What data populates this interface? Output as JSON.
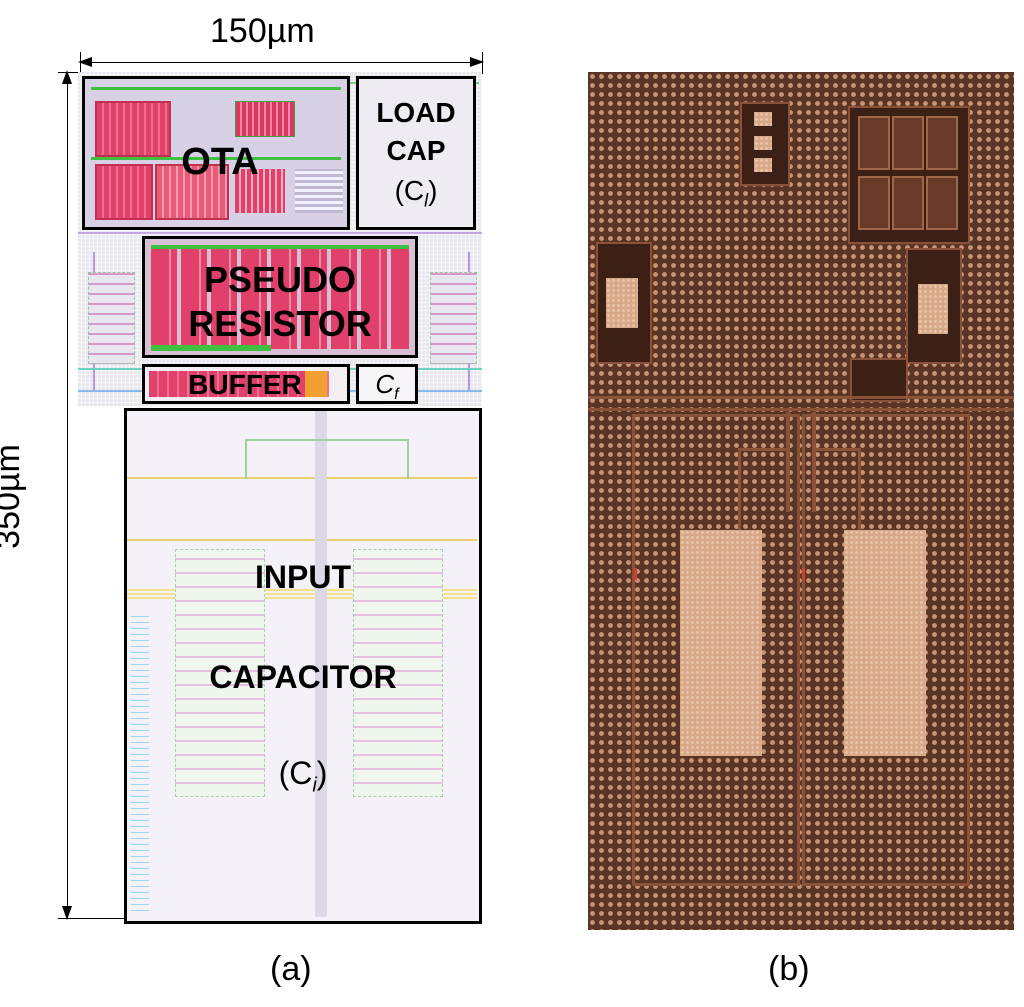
{
  "dimensions": {
    "width_label": "150µm",
    "height_label": "350µm"
  },
  "layout_blocks": {
    "ota": "OTA",
    "load_cap_line1": "LOAD",
    "load_cap_line2": "CAP",
    "load_cap_symbol": "(C",
    "load_cap_sub": "l",
    "load_cap_close": ")",
    "pseudo_line1": "PSEUDO",
    "pseudo_line2": "RESISTOR",
    "buffer": "BUFFER",
    "cf_symbol": "C",
    "cf_sub": "f",
    "input_line1": "INPUT",
    "input_line2": "CAPACITOR",
    "input_symbol": "(C",
    "input_sub": "i",
    "input_close": ")"
  },
  "panel_labels": {
    "a": "(a)",
    "b": "(b)"
  },
  "colors": {
    "block_border": "#000000",
    "die_background": "#5a3424",
    "capacitor_pad": "#d7a989",
    "layout_red": "#e0406a",
    "layout_green": "#38c838"
  }
}
